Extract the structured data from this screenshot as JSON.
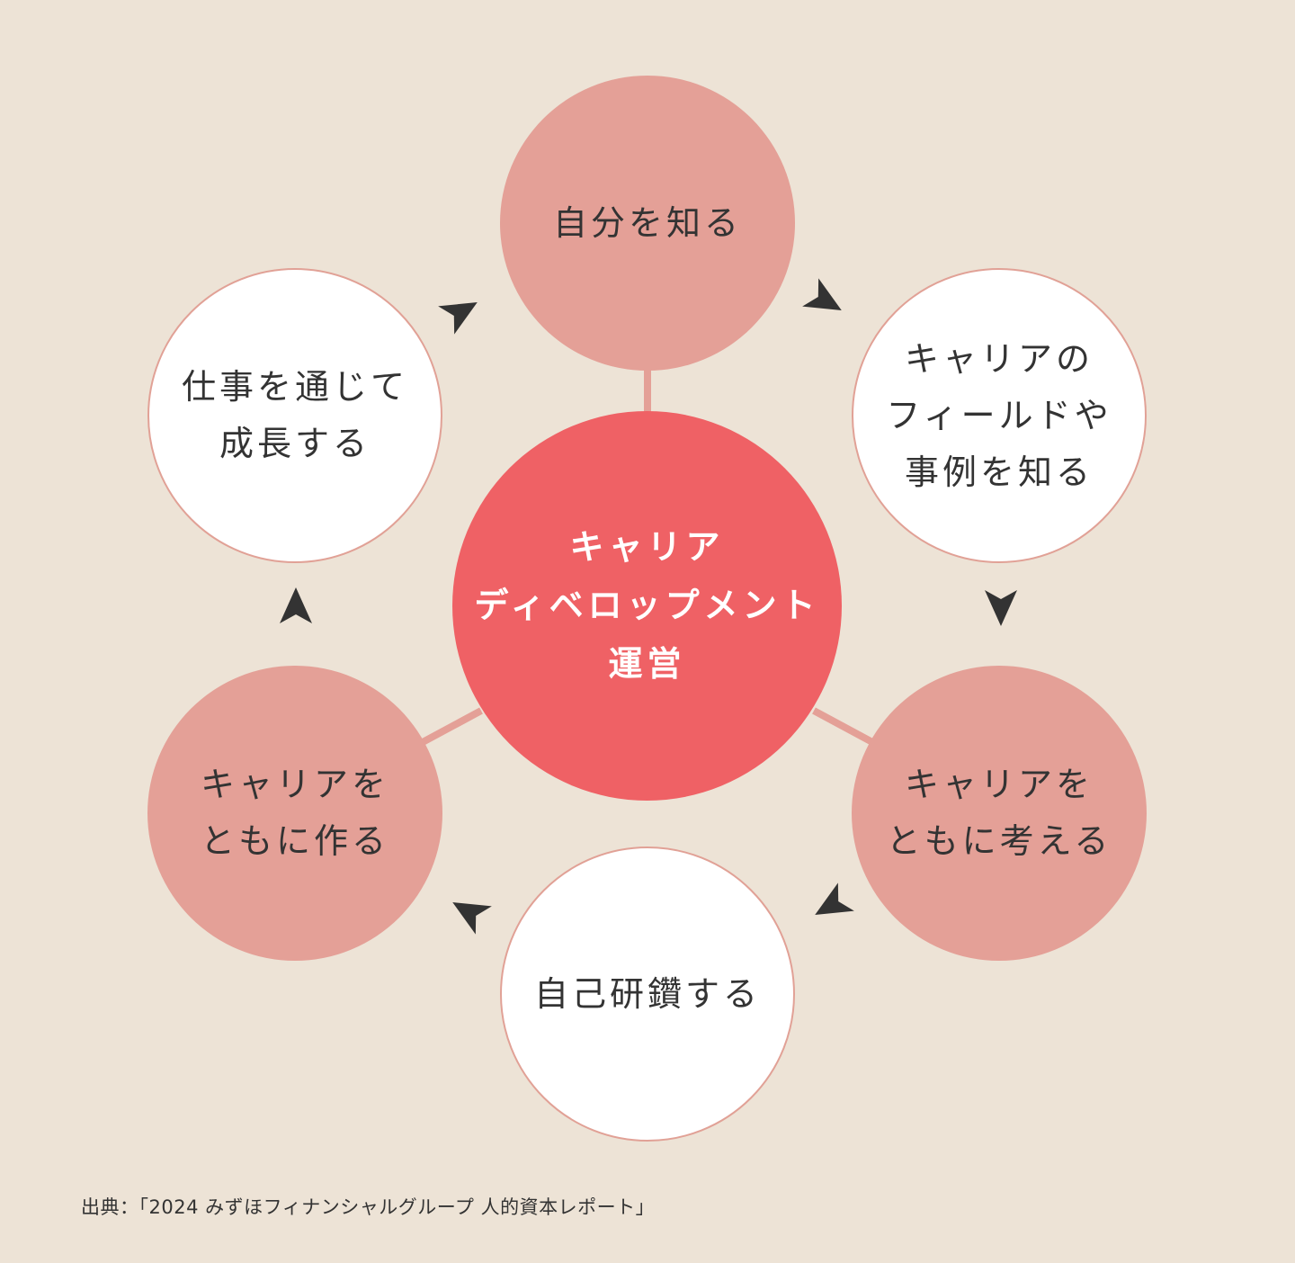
{
  "center": {
    "lines": [
      "キャリア",
      "ディベロップメント",
      "運営"
    ]
  },
  "nodes": {
    "top": {
      "lines": [
        "自分を知る"
      ],
      "style": "pink"
    },
    "upper_right": {
      "lines": [
        "キャリアの",
        "フィールドや",
        "事例を知る"
      ],
      "style": "white"
    },
    "lower_right": {
      "lines": [
        "キャリアを",
        "ともに考える"
      ],
      "style": "pink"
    },
    "bottom": {
      "lines": [
        "自己研鑽する"
      ],
      "style": "white"
    },
    "lower_left": {
      "lines": [
        "キャリアを",
        "ともに作る"
      ],
      "style": "pink"
    },
    "upper_left": {
      "lines": [
        "仕事を通じて",
        "成長する"
      ],
      "style": "white"
    }
  },
  "source": "出典：「2024 みずほフィナンシャルグループ 人的資本レポート」",
  "colors": {
    "background": "#ede3d6",
    "center": "#ef6165",
    "pink_node": "#e4a097",
    "white_node_border": "#e1a196",
    "connector": "#e4a097",
    "arrow": "#333333"
  }
}
